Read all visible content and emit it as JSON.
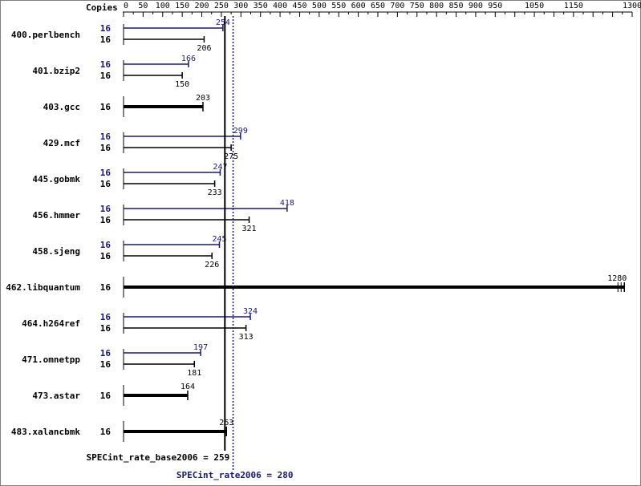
{
  "chart_data": {
    "type": "bar",
    "orientation": "horizontal",
    "header": "Copies",
    "xlim": [
      0,
      1300
    ],
    "ticks": [
      0,
      50,
      100,
      150,
      200,
      250,
      300,
      350,
      400,
      450,
      500,
      550,
      600,
      650,
      700,
      750,
      800,
      850,
      900,
      950,
      1050,
      1150,
      1300
    ],
    "grid": false,
    "colors": {
      "peak": "#191970",
      "base": "#000000"
    },
    "benchmarks": [
      {
        "name": "400.perlbench",
        "copies_peak": "16",
        "copies_base": "16",
        "peak": 254,
        "base": 206
      },
      {
        "name": "401.bzip2",
        "copies_peak": "16",
        "copies_base": "16",
        "peak": 166,
        "base": 150
      },
      {
        "name": "403.gcc",
        "copies": "16",
        "value": 203
      },
      {
        "name": "429.mcf",
        "copies_peak": "16",
        "copies_base": "16",
        "peak": 299,
        "base": 275
      },
      {
        "name": "445.gobmk",
        "copies_peak": "16",
        "copies_base": "16",
        "peak": 247,
        "base": 233
      },
      {
        "name": "456.hmmer",
        "copies_peak": "16",
        "copies_base": "16",
        "peak": 418,
        "base": 321
      },
      {
        "name": "458.sjeng",
        "copies_peak": "16",
        "copies_base": "16",
        "peak": 245,
        "base": 226
      },
      {
        "name": "462.libquantum",
        "copies": "16",
        "value": 1280
      },
      {
        "name": "464.h264ref",
        "copies_peak": "16",
        "copies_base": "16",
        "peak": 324,
        "base": 313
      },
      {
        "name": "471.omnetpp",
        "copies_peak": "16",
        "copies_base": "16",
        "peak": 197,
        "base": 181
      },
      {
        "name": "473.astar",
        "copies": "16",
        "value": 164
      },
      {
        "name": "483.xalancbmk",
        "copies": "16",
        "value": 263
      }
    ],
    "reference_lines": [
      {
        "label": "SPECint_rate_base2006 = 259",
        "value": 259,
        "style": "solid"
      },
      {
        "label": "SPECint_rate2006 = 280",
        "value": 280,
        "style": "dotted"
      }
    ]
  }
}
